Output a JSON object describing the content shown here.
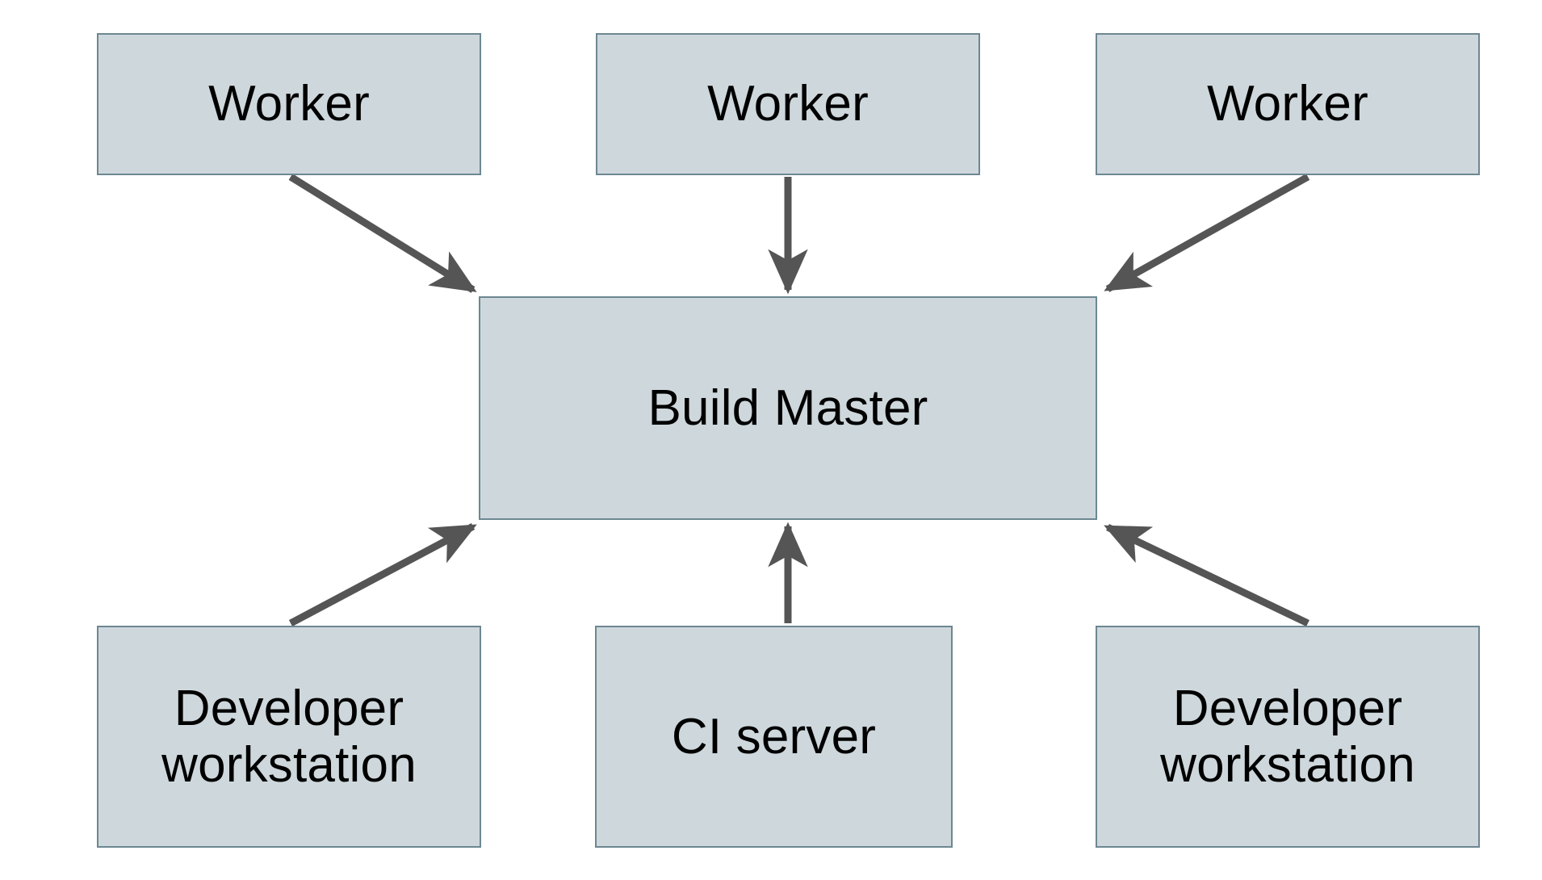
{
  "diagram": {
    "type": "block-architecture-diagram",
    "background_color": "#ffffff",
    "node_fill_color": "#ced8dc",
    "node_border_color": "#6d8791",
    "edge_color": "#555555",
    "text_color": "#000000",
    "nodes": [
      {
        "id": "worker-1",
        "label": "Worker",
        "row": "top",
        "column": 1
      },
      {
        "id": "worker-2",
        "label": "Worker",
        "row": "top",
        "column": 2
      },
      {
        "id": "worker-3",
        "label": "Worker",
        "row": "top",
        "column": 3
      },
      {
        "id": "build-master",
        "label": "Build Master",
        "row": "middle",
        "column": 2
      },
      {
        "id": "dev-workstation-left",
        "label": "Developer\nworkstation",
        "row": "bottom",
        "column": 1
      },
      {
        "id": "ci-server",
        "label": "CI server",
        "row": "bottom",
        "column": 2
      },
      {
        "id": "dev-workstation-right",
        "label": "Developer\nworkstation",
        "row": "bottom",
        "column": 3
      }
    ],
    "edges": [
      {
        "from": "worker-1",
        "to": "build-master",
        "direction": "down-right",
        "arrowhead": "at-target"
      },
      {
        "from": "worker-2",
        "to": "build-master",
        "direction": "down",
        "arrowhead": "at-target"
      },
      {
        "from": "worker-3",
        "to": "build-master",
        "direction": "down-left",
        "arrowhead": "at-target"
      },
      {
        "from": "dev-workstation-left",
        "to": "build-master",
        "direction": "up-right",
        "arrowhead": "at-target"
      },
      {
        "from": "ci-server",
        "to": "build-master",
        "direction": "up",
        "arrowhead": "at-target"
      },
      {
        "from": "dev-workstation-right",
        "to": "build-master",
        "direction": "up-left",
        "arrowhead": "at-target"
      }
    ]
  }
}
